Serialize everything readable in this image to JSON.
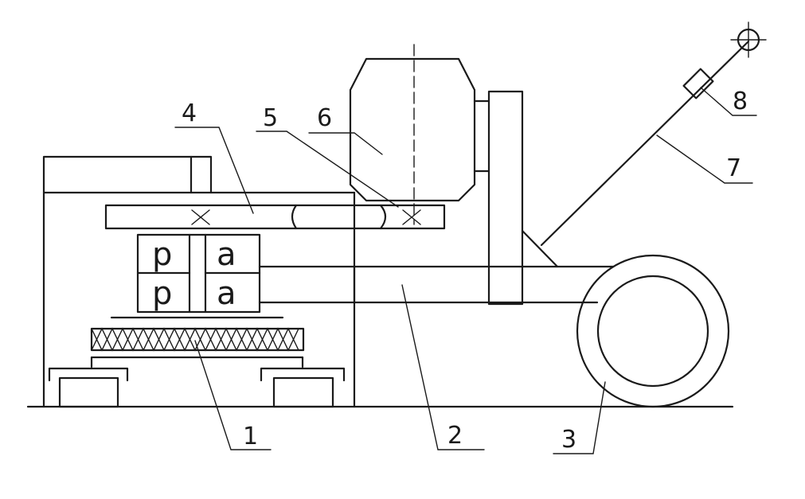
{
  "callouts": [
    {
      "id": "1",
      "text": "1"
    },
    {
      "id": "2",
      "text": "2"
    },
    {
      "id": "3",
      "text": "3"
    },
    {
      "id": "4",
      "text": "4"
    },
    {
      "id": "5",
      "text": "5"
    },
    {
      "id": "6",
      "text": "6"
    },
    {
      "id": "7",
      "text": "7"
    },
    {
      "id": "8",
      "text": "8"
    }
  ],
  "block_glyphs": {
    "top_left": "p",
    "top_right": "a",
    "bottom_left": "p",
    "bottom_right": "a"
  }
}
